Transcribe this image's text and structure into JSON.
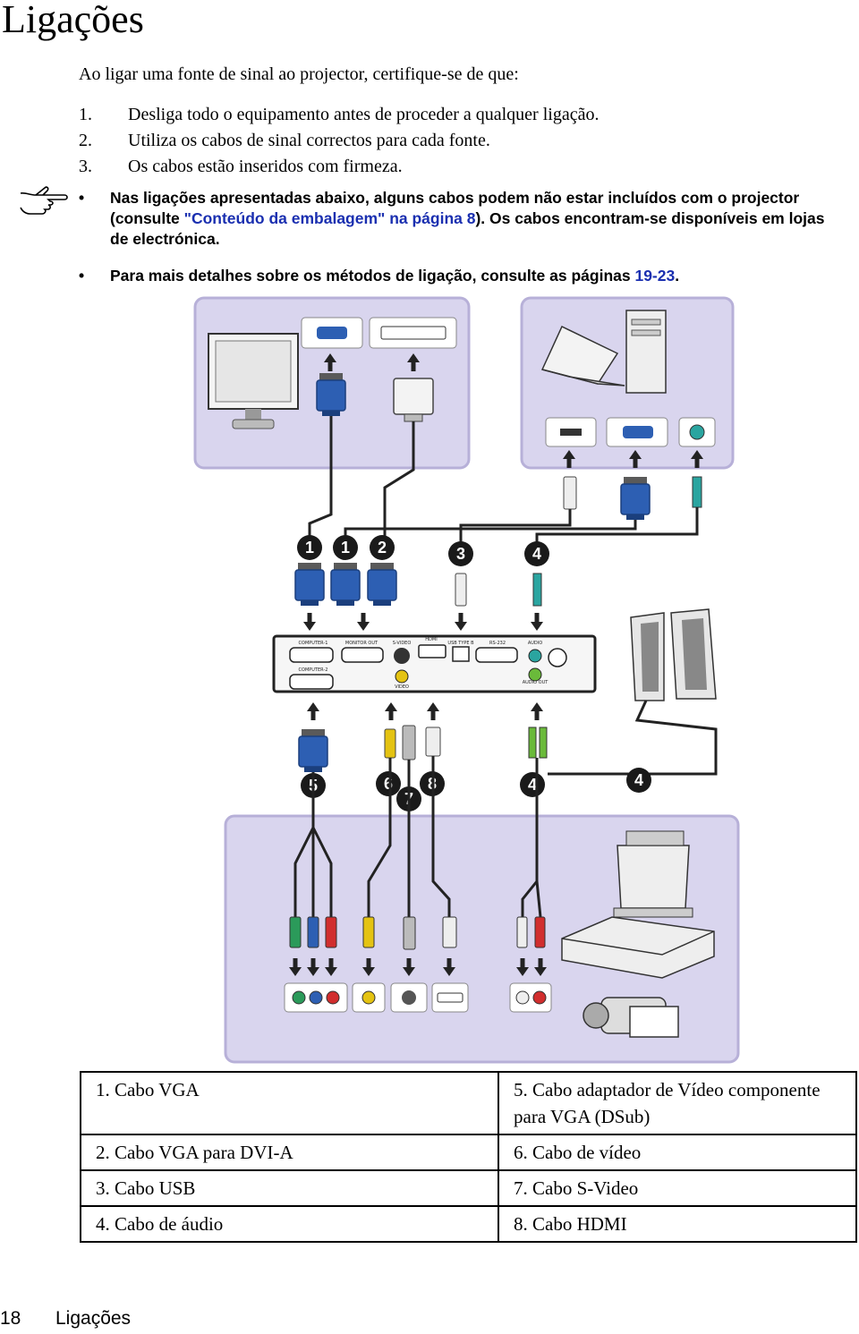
{
  "page": {
    "title": "Ligações",
    "intro": "Ao ligar uma fonte de sinal ao projector, certifique-se de que:",
    "steps": [
      {
        "num": "1.",
        "text": "Desliga todo o equipamento antes de proceder a qualquer ligação."
      },
      {
        "num": "2.",
        "text": "Utiliza os cabos de sinal correctos para cada fonte."
      },
      {
        "num": "3.",
        "text": "Os cabos estão inseridos com firmeza."
      }
    ],
    "notes": {
      "bullet": "•",
      "note1_before": "Nas ligações apresentadas abaixo, alguns cabos podem não estar incluídos com o projector (consulte ",
      "note1_link": "\"Conteúdo da embalagem\" na página 8",
      "note1_after": "). Os cabos encontram-se disponíveis em lojas de electrónica.",
      "note2_before": "Para mais detalhes sobre os métodos de ligação, consulte as páginas ",
      "note2_link": "19-23",
      "note2_after": "."
    }
  },
  "diagram": {
    "projector_labels": {
      "computer1": "COMPUTER-1",
      "computer2": "COMPUTER-2",
      "monitor_out": "MONITOR OUT",
      "svideo": "S-VIDEO",
      "hdmi": "HDMI",
      "usb": "USB TYPE B",
      "rs232": "RS-232",
      "audio": "AUDIO",
      "video": "VIDEO",
      "audio_out": "AUDIO OUT"
    },
    "markers": {
      "m1a": "1",
      "m1b": "1",
      "m2": "2",
      "m3": "3",
      "m4a": "4",
      "m5": "5",
      "m6": "6",
      "m7": "7",
      "m8": "8",
      "m4b": "4",
      "m4c": "4"
    },
    "colors": {
      "panel": "#d9d5ee",
      "panel_border": "#b7b0d8",
      "vga_blue": "#2d5fb3",
      "cable": "#222222",
      "marker": "#1a1a1a"
    }
  },
  "legend": {
    "rows": [
      {
        "left": "1. Cabo VGA",
        "right": "5. Cabo adaptador de Vídeo componente para VGA (DSub)"
      },
      {
        "left": "2. Cabo VGA para DVI-A",
        "right": "6. Cabo de vídeo"
      },
      {
        "left": "3. Cabo USB",
        "right": "7. Cabo S-Video"
      },
      {
        "left": "4. Cabo de áudio",
        "right": "8. Cabo HDMI"
      }
    ]
  },
  "footer": {
    "page_number": "18",
    "section": "Ligações"
  }
}
